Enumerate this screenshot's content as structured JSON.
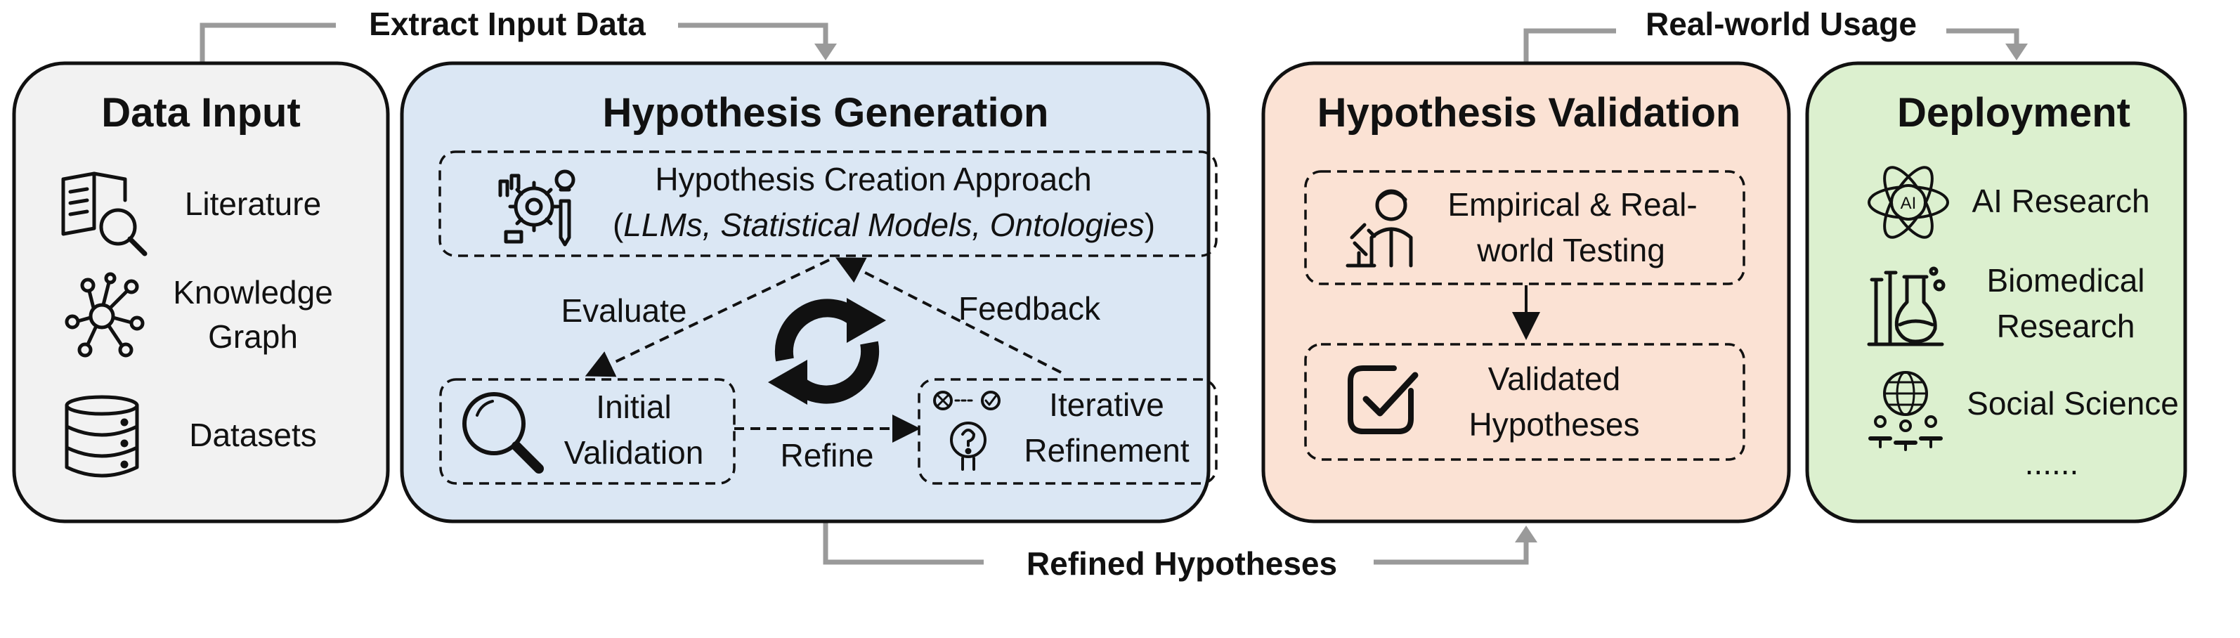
{
  "colors": {
    "data_input_bg": "#f2f2f2",
    "generation_bg": "#dbe7f4",
    "validation_bg": "#fbe2d4",
    "deployment_bg": "#dcf0cf",
    "connector_grey": "#9a9a9a"
  },
  "flows": {
    "extract": "Extract Input Data",
    "usage": "Real-world Usage",
    "refined": "Refined Hypotheses"
  },
  "data_input": {
    "title": "Data Input",
    "items": [
      {
        "icon": "book-search-icon",
        "lines": [
          "Literature"
        ]
      },
      {
        "icon": "knowledge-graph-icon",
        "lines": [
          "Knowledge",
          "Graph"
        ]
      },
      {
        "icon": "database-icon",
        "lines": [
          "Datasets"
        ]
      }
    ]
  },
  "generation": {
    "title": "Hypothesis Generation",
    "approach_title": "Hypothesis Creation Approach",
    "approach_open": "(",
    "approach_methods": "LLMs, Statistical Models, Ontologies",
    "approach_close": ")",
    "evaluate": "Evaluate",
    "feedback": "Feedback",
    "refine": "Refine",
    "initial": [
      "Initial",
      "Validation"
    ],
    "iterative": [
      "Iterative",
      "Refinement"
    ]
  },
  "validation": {
    "title": "Hypothesis Validation",
    "testing": [
      "Empirical & Real-",
      "world Testing"
    ],
    "validated": [
      "Validated",
      "Hypotheses"
    ]
  },
  "deployment": {
    "title": "Deployment",
    "items": [
      {
        "icon": "ai-atom-icon",
        "lines": [
          "AI Research"
        ]
      },
      {
        "icon": "lab-flask-icon",
        "lines": [
          "Biomedical",
          "Research"
        ]
      },
      {
        "icon": "globe-people-icon",
        "lines": [
          "Social Science"
        ]
      }
    ],
    "more": "......"
  }
}
